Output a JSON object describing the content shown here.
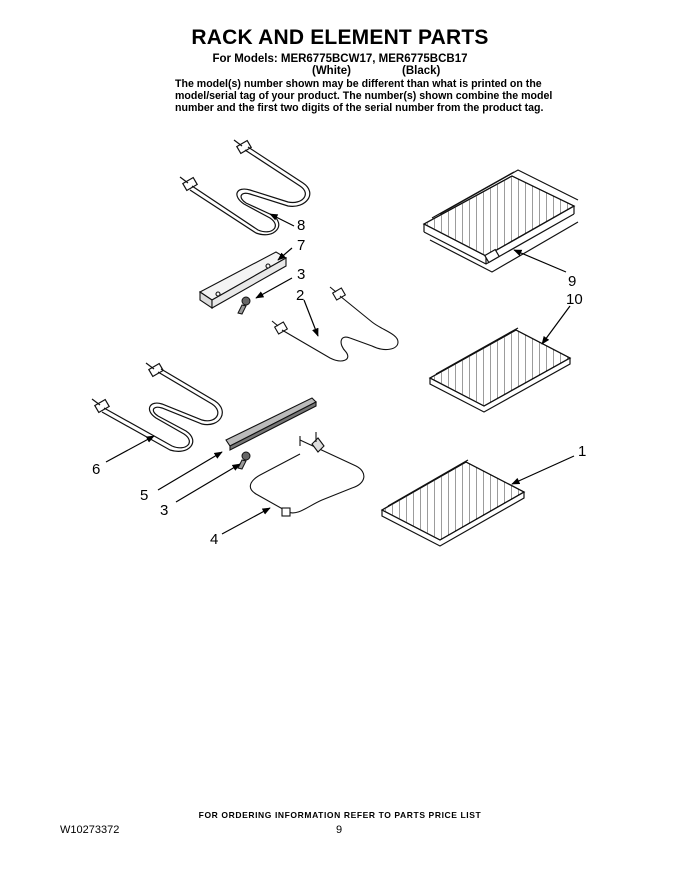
{
  "header": {
    "title": "RACK AND ELEMENT PARTS",
    "models_line": "For Models: MER6775BCW17, MER6775BCB17",
    "color_white": "(White)",
    "color_black": "(Black)",
    "note_lines": [
      "The model(s) number shown may be different than what is printed on the",
      "model/serial tag of your product. The number(s) shown combine the model",
      "number and the first two digits of the serial number from the product tag."
    ]
  },
  "diagram": {
    "callouts": [
      "8",
      "7",
      "3",
      "2",
      "9",
      "10",
      "6",
      "5",
      "3",
      "1",
      "4"
    ]
  },
  "footer": {
    "ordering": "FOR ORDERING INFORMATION REFER TO PARTS PRICE LIST",
    "document_number": "W10273372",
    "page_number": "9"
  }
}
